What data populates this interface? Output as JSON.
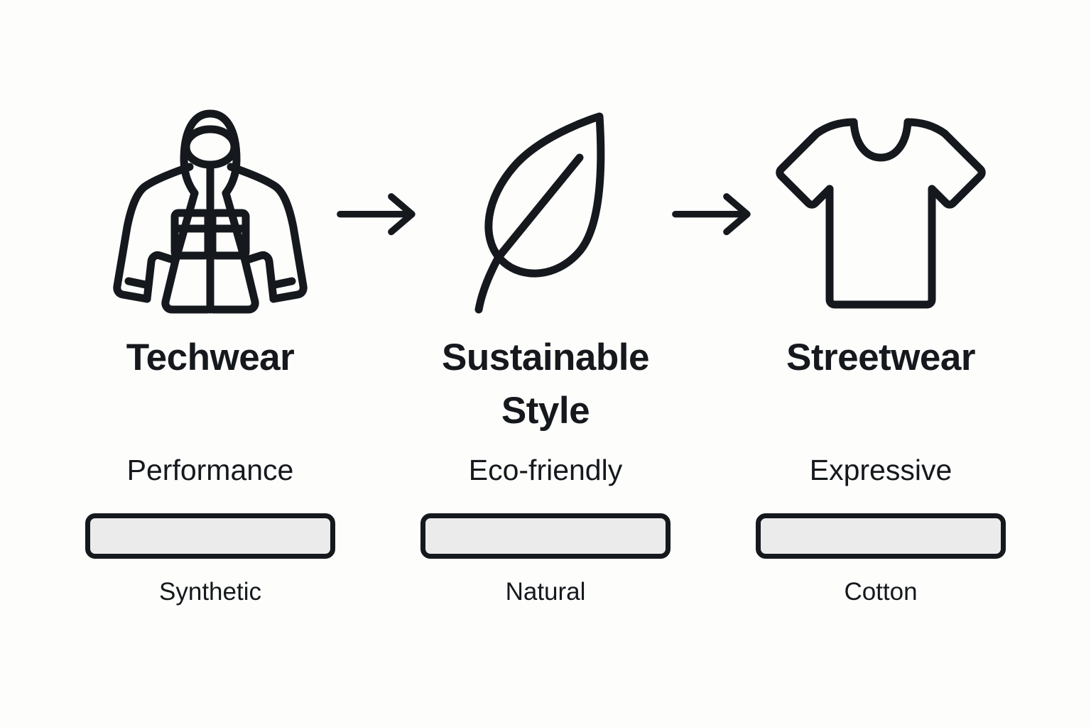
{
  "background_color": "#fdfdfc",
  "ink_color": "#15181c",
  "pill_fill_color": "#ebebeb",
  "diagram": {
    "type": "horizontal-flow",
    "arrow_label": "arrow-right",
    "steps": [
      {
        "icon": "jacket-icon",
        "title": "Techwear",
        "subtitle": "Performance",
        "pill": "",
        "caption": "Synthetic"
      },
      {
        "icon": "leaf-icon",
        "title": "Sustainable Style",
        "subtitle": "Eco-friendly",
        "pill": "",
        "caption": "Natural"
      },
      {
        "icon": "tshirt-icon",
        "title": "Streetwear",
        "subtitle": "Expressive",
        "pill": "",
        "caption": "Cotton"
      }
    ]
  }
}
